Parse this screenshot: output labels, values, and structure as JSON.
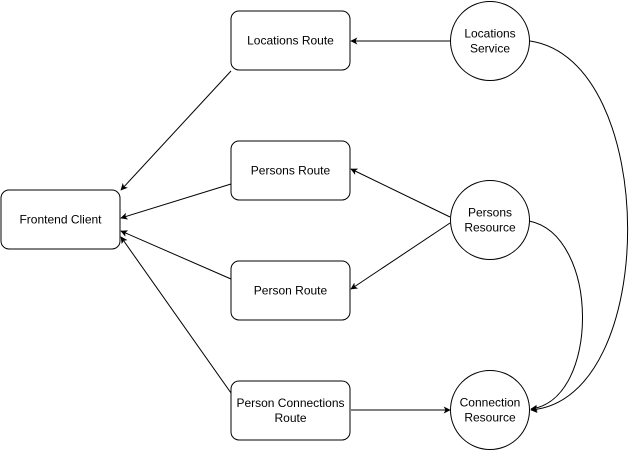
{
  "colors": {
    "stroke": "#000000",
    "fill": "#ffffff",
    "background": "#ffffff"
  },
  "nodes": {
    "frontend_client": {
      "shape": "rounded-rectangle",
      "lines": [
        "Frontend Client"
      ]
    },
    "locations_route": {
      "shape": "rounded-rectangle",
      "lines": [
        "Locations Route"
      ]
    },
    "persons_route": {
      "shape": "rounded-rectangle",
      "lines": [
        "Persons Route"
      ]
    },
    "person_route": {
      "shape": "rounded-rectangle",
      "lines": [
        "Person Route"
      ]
    },
    "person_connections_route": {
      "shape": "rounded-rectangle",
      "lines": [
        "Person Connections",
        "Route"
      ]
    },
    "locations_service": {
      "shape": "circle",
      "lines": [
        "Locations",
        "Service"
      ]
    },
    "persons_resource": {
      "shape": "circle",
      "lines": [
        "Persons",
        "Resource"
      ]
    },
    "connection_resource": {
      "shape": "circle",
      "lines": [
        "Connection",
        "Resource"
      ]
    }
  },
  "edges": [
    {
      "from": "locations_service",
      "to": "locations_route"
    },
    {
      "from": "locations_route",
      "to": "frontend_client"
    },
    {
      "from": "persons_route",
      "to": "frontend_client"
    },
    {
      "from": "person_route",
      "to": "frontend_client"
    },
    {
      "from": "person_connections_route",
      "to": "frontend_client"
    },
    {
      "from": "persons_resource",
      "to": "persons_route"
    },
    {
      "from": "persons_resource",
      "to": "person_route"
    },
    {
      "from": "person_connections_route",
      "to": "connection_resource"
    },
    {
      "from": "locations_service",
      "to": "connection_resource"
    },
    {
      "from": "persons_resource",
      "to": "connection_resource"
    }
  ]
}
